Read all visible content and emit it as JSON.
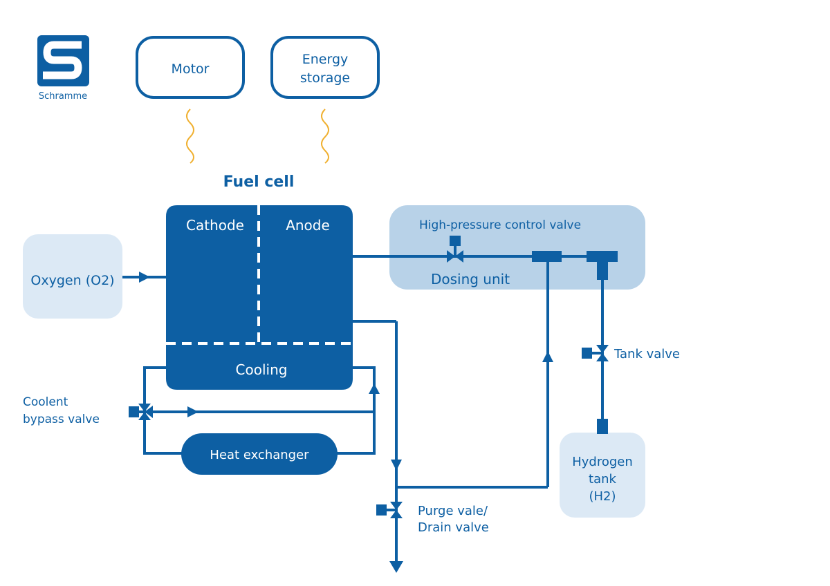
{
  "logo": {
    "label": "Schramme"
  },
  "diagram": {
    "motor": "Motor",
    "energy_storage_line1": "Energy",
    "energy_storage_line2": "storage",
    "fuel_cell_title": "Fuel cell",
    "cathode": "Cathode",
    "anode": "Anode",
    "cooling": "Cooling",
    "oxygen": "Oxygen (O2)",
    "high_pressure_valve": "High-pressure control valve",
    "dosing_unit": "Dosing unit",
    "tank_valve": "Tank valve",
    "hydrogen_line1": "Hydrogen",
    "hydrogen_line2": "tank",
    "hydrogen_line3": "(H2)",
    "coolant_bypass_line1": "Coolent",
    "coolant_bypass_line2": "bypass valve",
    "heat_exchanger": "Heat exchanger",
    "purge_line1": "Purge vale/",
    "purge_line2": "Drain valve"
  },
  "colors": {
    "primary": "#0d5fa3",
    "light_fill": "#dce9f5",
    "dosing_fill": "#b8d2e8",
    "heat_wave": "#f0b030"
  },
  "icons": [
    "logo-s-icon",
    "arrow-icon",
    "valve-icon",
    "heat-wave-icon"
  ]
}
